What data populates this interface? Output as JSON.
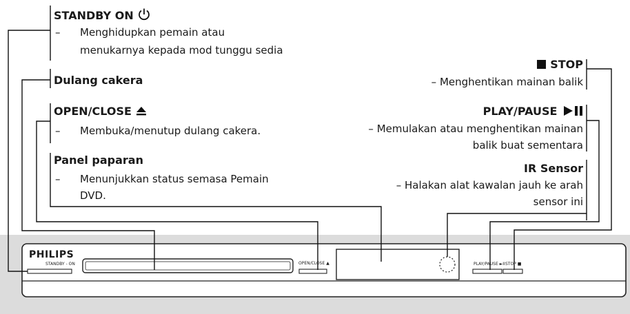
{
  "labels": {
    "standby": {
      "title": "STANDBY ON",
      "lines": [
        "Menghidupkan pemain atau",
        "menukarnya kepada mod tunggu sedia"
      ]
    },
    "tray": {
      "title": "Dulang cakera"
    },
    "open_close": {
      "title": "OPEN/CLOSE",
      "lines": [
        "Membuka/menutup dulang cakera."
      ]
    },
    "display": {
      "title": "Panel paparan",
      "lines": [
        "Menunjukkan status semasa Pemain",
        "DVD."
      ]
    },
    "stop": {
      "title": "STOP",
      "lines": [
        "– Menghentikan mainan balik"
      ]
    },
    "play_pause": {
      "title": "PLAY/PAUSE",
      "lines": [
        "– Memulakan atau menghentikan mainan",
        "balik buat sementara"
      ]
    },
    "ir": {
      "title": "IR Sensor",
      "lines": [
        "– Halakan alat kawalan jauh ke arah",
        "sensor ini"
      ]
    }
  },
  "dash": "–",
  "device": {
    "brand": "PHILIPS",
    "standby_label": "STANDBY - ON",
    "open_close_label": "OPEN/CLOSE ▲",
    "play_pause_label": "PLAY/PAUSE ►II",
    "stop_label": "STOP ■"
  }
}
